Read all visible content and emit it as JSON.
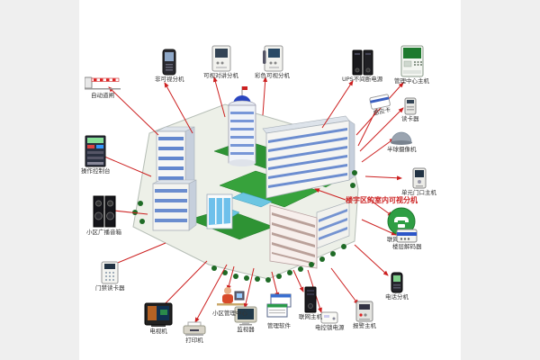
{
  "diagram": {
    "background": "#ffffff",
    "side_band_color": "#efefef",
    "connector_color": "#cc2020",
    "central_note": "楼宇区的室内可视分机",
    "nodes": {
      "phone_top": {
        "label": "非可视分机"
      },
      "intercom_a": {
        "label": "可视对讲分机"
      },
      "intercom_b": {
        "label": "彩色可视分机"
      },
      "ups": {
        "label": "UPS不间断电源"
      },
      "mgmt_host": {
        "label": "管理中心主机"
      },
      "card": {
        "label": "感应卡"
      },
      "reader": {
        "label": "读卡器"
      },
      "dome": {
        "label": "半球摄像机"
      },
      "door_host": {
        "label": "单元门口主机"
      },
      "net_converter": {
        "label": "联网转换器"
      },
      "decoder": {
        "label": "楼层解码器"
      },
      "ext_phone": {
        "label": "电话分机"
      },
      "alarm_host": {
        "label": "报警主机"
      },
      "lock_psu": {
        "label": "电控锁电源"
      },
      "net_host": {
        "label": "联网主机"
      },
      "software": {
        "label": "管理软件"
      },
      "monitor": {
        "label": "监视器"
      },
      "mgmt_center": {
        "label": "小区管理中心"
      },
      "printer": {
        "label": "打印机"
      },
      "tv": {
        "label": "电视机"
      },
      "door_reader": {
        "label": "门禁读卡器"
      },
      "speakers": {
        "label": "小区广播音箱"
      },
      "console": {
        "label": "操作控制台"
      },
      "barrier": {
        "label": "自动道闸"
      }
    }
  }
}
